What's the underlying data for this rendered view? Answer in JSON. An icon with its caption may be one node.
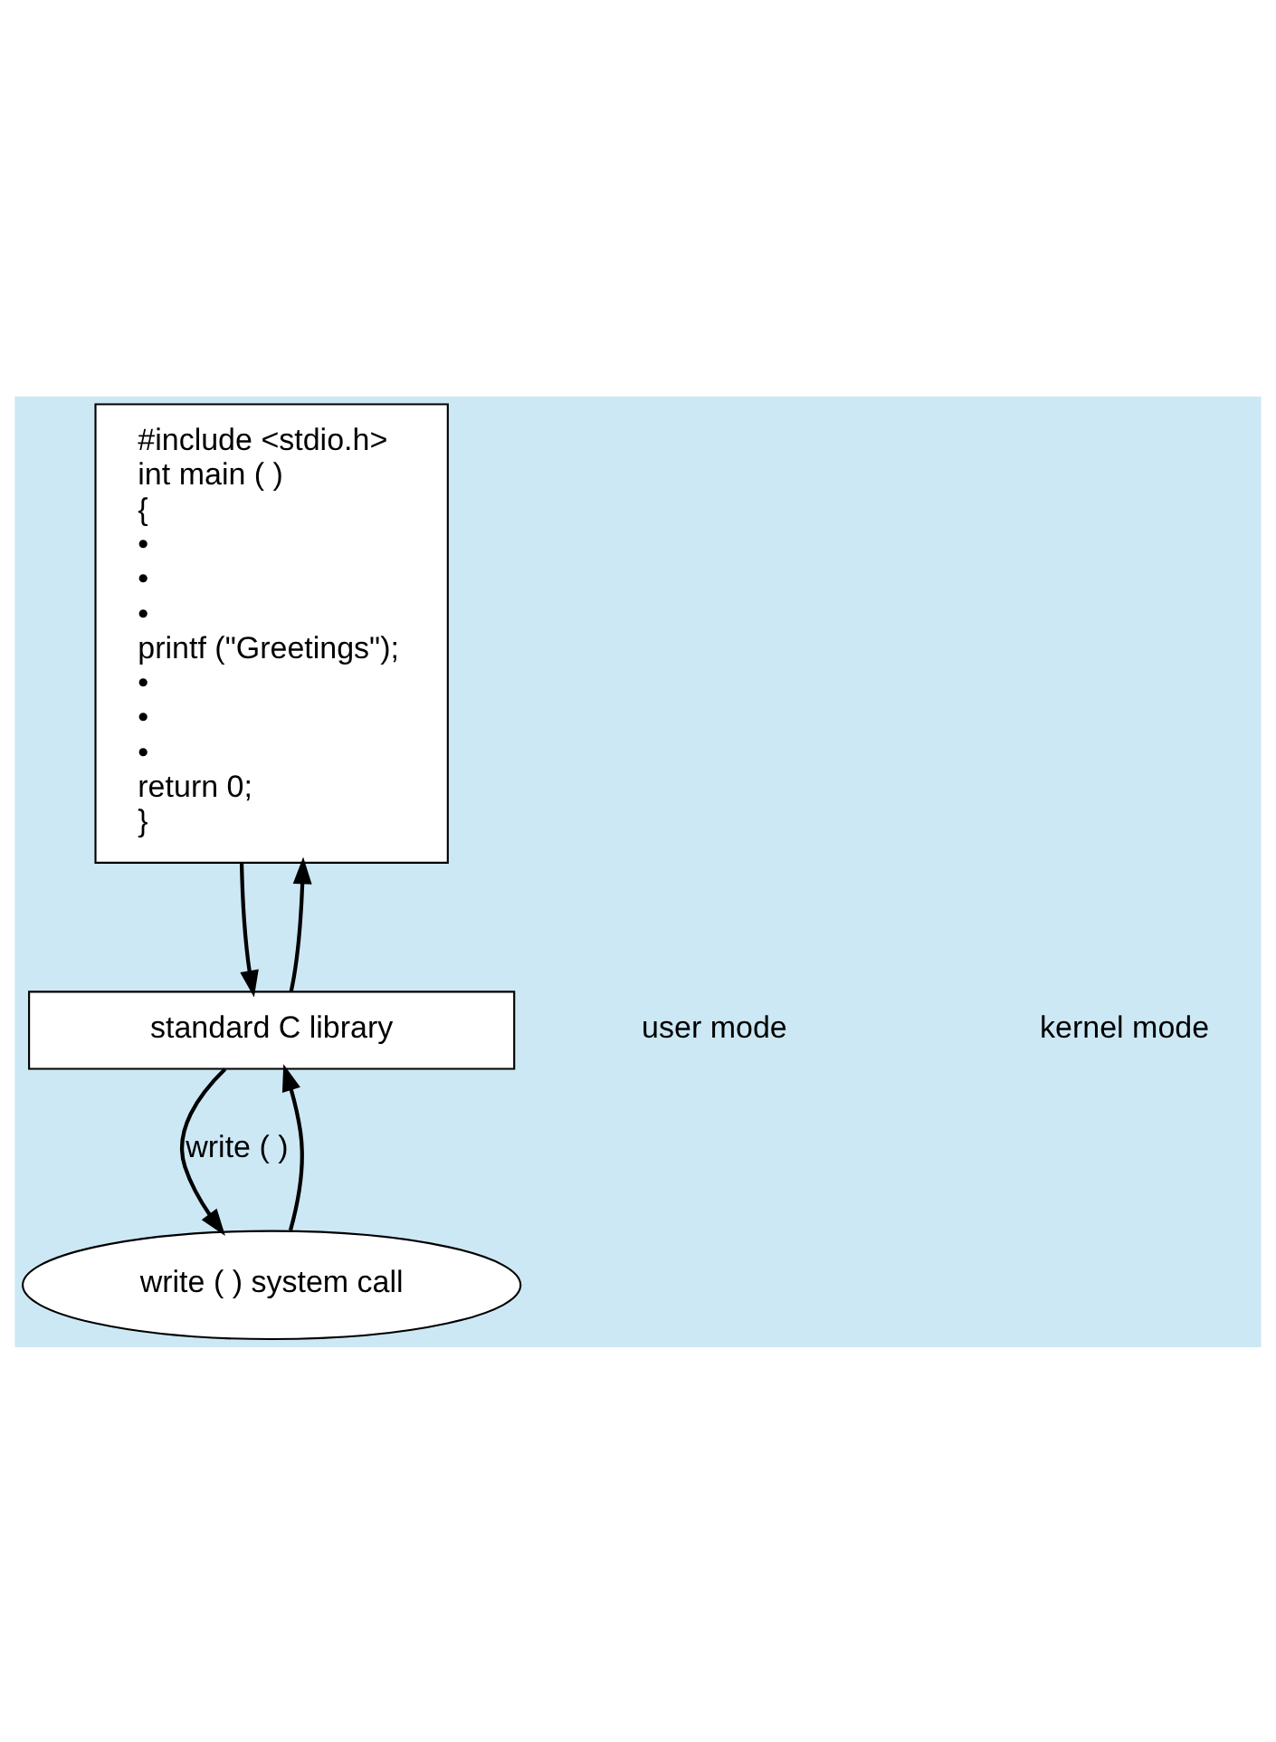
{
  "diagram": {
    "nodes": [
      {
        "text": [
          "#include <stdio.h>",
          "int main ( )",
          "{",
          "•",
          "•",
          "•",
          "printf (\"Greetings\");",
          "•",
          "•",
          "•",
          "return 0;",
          "}"
        ]
      },
      {
        "text": [
          "standard C library"
        ]
      },
      {
        "text": [
          "write ( ) system call"
        ]
      }
    ],
    "edges": [
      {
        "from": 0,
        "to": 1,
        "arrow": "to"
      },
      {
        "from": 1,
        "to": 0,
        "arrow": "to"
      },
      {
        "from": 1,
        "to": 2,
        "arrow": "to",
        "label": "write ( )"
      },
      {
        "from": 2,
        "to": 1,
        "arrow": "to"
      }
    ],
    "labels": [
      "user mode",
      "kernel mode"
    ]
  }
}
